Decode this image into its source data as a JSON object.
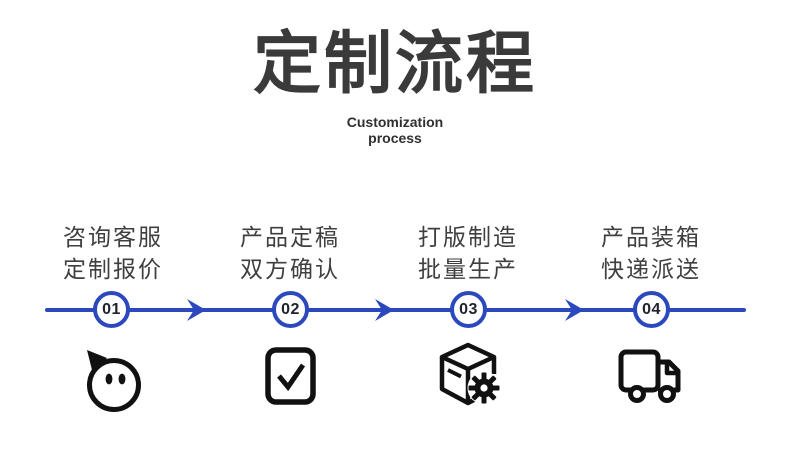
{
  "title": "定制流程",
  "subtitle": {
    "line1": "Customization",
    "line2": "process"
  },
  "colors": {
    "accent_blue": "#2b49bd",
    "title_color": "#3a3a3a",
    "step_text_color": "#3f3f3f",
    "icon_color": "#111111",
    "number_color": "#20232e",
    "background": "#ffffff"
  },
  "steps": [
    {
      "number": "01",
      "line1": "咨询客服",
      "line2": "定制报价",
      "icon": "chat-bubble-icon"
    },
    {
      "number": "02",
      "line1": "产品定稿",
      "line2": "双方确认",
      "icon": "checkmark-box-icon"
    },
    {
      "number": "03",
      "line1": "打版制造",
      "line2": "批量生产",
      "icon": "box-gear-icon"
    },
    {
      "number": "04",
      "line1": "产品装箱",
      "line2": "快递派送",
      "icon": "delivery-truck-icon"
    }
  ]
}
